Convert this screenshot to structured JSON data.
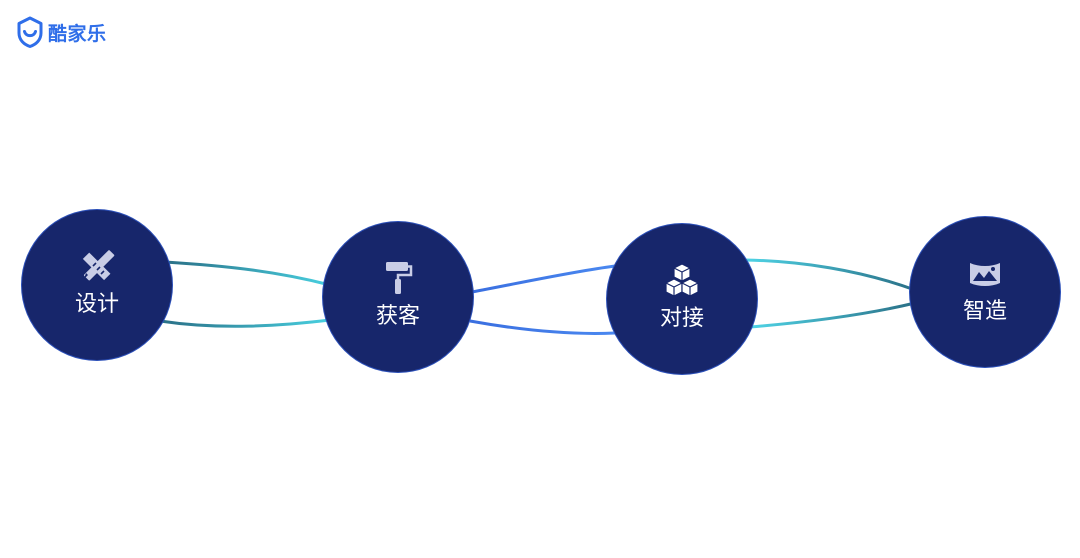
{
  "brand": {
    "name": "酷家乐",
    "logo_icon": "shield-smile-icon",
    "color": "#2f6ee9"
  },
  "colors": {
    "node_fill": "#17266b",
    "node_border": "#2b4fb8",
    "connector_teal": "#3fc6d9",
    "connector_blue": "#3d74e6"
  },
  "nodes": [
    {
      "label": "设计",
      "icon": "pencil-ruler-icon"
    },
    {
      "label": "获客",
      "icon": "paint-roller-icon"
    },
    {
      "label": "对接",
      "icon": "stacked-cubes-icon"
    },
    {
      "label": "智造",
      "icon": "factory-panorama-icon"
    }
  ]
}
